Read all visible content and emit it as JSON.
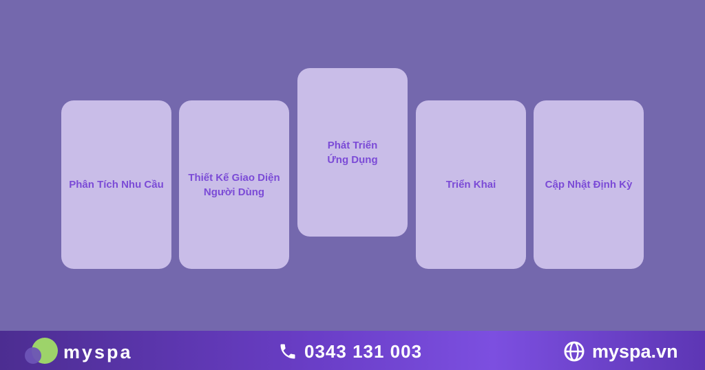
{
  "steps": [
    {
      "lines": [
        "Phân Tích Nhu Cầu"
      ]
    },
    {
      "lines": [
        "Thiết Kế Giao Diện",
        "Người Dùng"
      ]
    },
    {
      "lines": [
        "Phát Triển",
        "Ứng Dụng"
      ]
    },
    {
      "lines": [
        "Triển Khai"
      ]
    },
    {
      "lines": [
        "Cập Nhật Định Kỳ"
      ]
    }
  ],
  "footer": {
    "brand": "myspa",
    "phone": "0343 131 003",
    "website": "myspa.vn",
    "phone_icon": "phone-icon",
    "website_icon": "globe-icon"
  },
  "colors": {
    "background": "#7468ad",
    "card": "#c9bde8",
    "card_text": "#7b4bd6",
    "logo_green": "#9dd36a"
  }
}
